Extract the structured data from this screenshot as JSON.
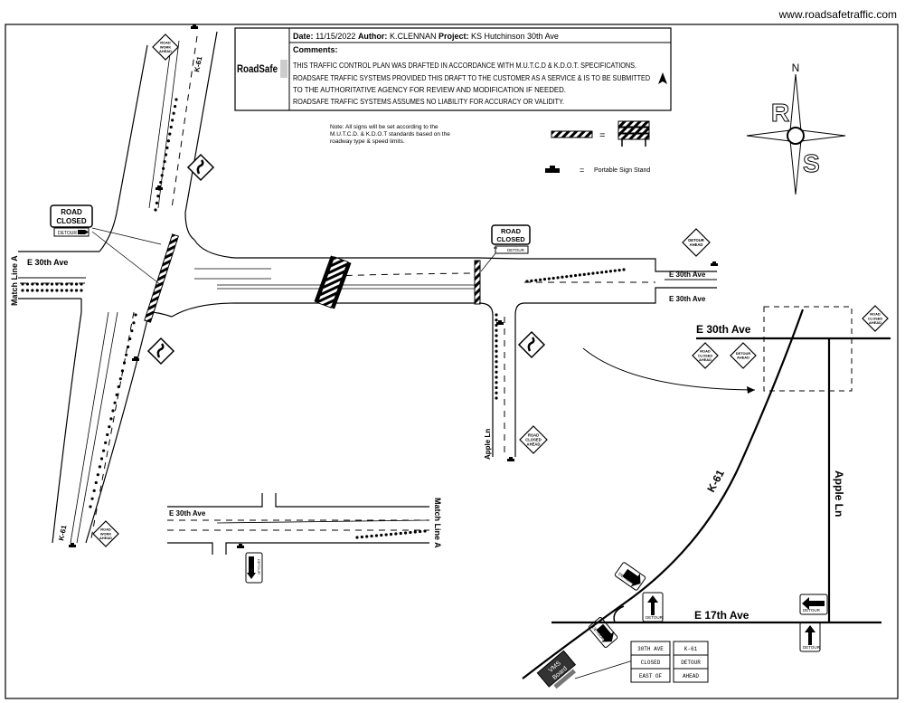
{
  "website": "www.roadsafetraffic.com",
  "header": {
    "logo": "RoadSafe",
    "date_label": "Date:",
    "date": "11/15/2022",
    "author_label": "Author:",
    "author": "K.CLENNAN",
    "project_label": "Project:",
    "project": "KS Hutchinson 30th Ave",
    "comments_label": "Comments:",
    "comments": [
      "THIS TRAFFIC CONTROL PLAN WAS DRAFTED IN ACCORDANCE WITH M.U.T.C.D & K.D.O.T. SPECIFICATIONS.",
      "ROADSAFE TRAFFIC SYSTEMS PROVIDED THIS DRAFT TO THE CUSTOMER AS A SERVICE & IS TO BE SUBMITTED",
      "TO THE AUTHORITATIVE AGENCY FOR REVIEW AND MODIFICATION IF NEEDED.",
      "ROADSAFE TRAFFIC SYSTEMS ASSUMES NO LIABILITY FOR ACCURACY OR VALIDITY."
    ]
  },
  "note": [
    "Note: All signs will be set according to the",
    "M.U.T.C.D. & K.D.O.T standards based on the",
    "roadway type & speed limits."
  ],
  "legend": {
    "equals": "=",
    "sign_stand": "Portable Sign Stand"
  },
  "compass": {
    "n": "N",
    "r": "R",
    "s": "S"
  },
  "streets": {
    "e30th": "E 30th Ave",
    "k61": "K-61",
    "apple": "Apple Ln",
    "e17th": "E 17th Ave",
    "match_line": "Match Line A"
  },
  "signs": {
    "road_work_ahead": [
      "ROAD",
      "WORK",
      "AHEAD"
    ],
    "road_closed": [
      "ROAD",
      "CLOSED"
    ],
    "detour": "DETOUR",
    "detour_ahead": [
      "DETOUR",
      "AHEAD"
    ],
    "road_closed_ahead": [
      "ROAD",
      "CLOSED",
      "AHEAD"
    ],
    "vms": [
      "VMS",
      "Board"
    ]
  },
  "vms_message": {
    "panel1": [
      "30TH AVE",
      "CLOSED",
      "EAST OF"
    ],
    "panel2": [
      "K-61",
      "DETOUR",
      "AHEAD"
    ]
  }
}
